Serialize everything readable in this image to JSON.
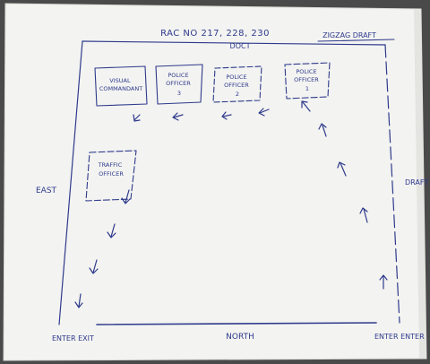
{
  "sheet": {
    "header": "RAC NO 217, 228, 230",
    "header_sub": "DOCT",
    "corner_note": "ZIGZAG DRAFT"
  },
  "walls": {
    "east": "EAST",
    "west": "DRAFT WLS",
    "north": "NORTH"
  },
  "doors": {
    "exit": "ENTER EXIT",
    "enter": "ENTER ENTER"
  },
  "stations": [
    {
      "id": "s1",
      "lines": [
        "VISUAL",
        "COMMANDANT"
      ]
    },
    {
      "id": "s2",
      "lines": [
        "POLICE",
        "OFFICER",
        "3"
      ]
    },
    {
      "id": "s3",
      "lines": [
        "POLICE",
        "OFFICER",
        "2"
      ]
    },
    {
      "id": "s4",
      "lines": [
        "POLICE",
        "OFFICER",
        "1"
      ]
    },
    {
      "id": "s5",
      "lines": [
        "TRAFFIC",
        "OFFICER"
      ]
    }
  ],
  "colors": {
    "ink": "#2e3a8c",
    "paper": "#f3f3f1",
    "background": "#4a4a4a"
  }
}
